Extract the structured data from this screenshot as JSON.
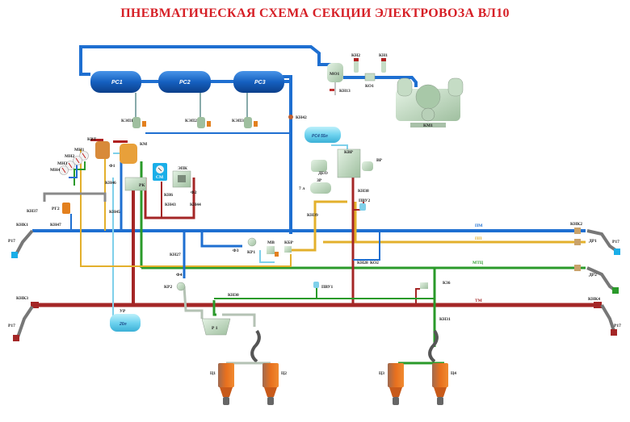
{
  "title": "ПНЕВМАТИЧЕСКАЯ СХЕМА СЕКЦИИ  ЭЛЕКТРОВОЗА ВЛ10",
  "colors": {
    "title": "#d61f26",
    "pressure_line": "#1e6fd1",
    "brake_line": "#a42626",
    "control_line": "#2a9a2a",
    "feed_line": "#e3b02c",
    "equalizing_line": "#7fd0ea",
    "gray_line": "#b4c2b4",
    "reservoir": "#1560c0",
    "cylinder": "#e06a1e",
    "equipment": "#c5dcc5"
  },
  "reservoirs": {
    "rs1": "РС1",
    "rs2": "РС2",
    "rs3": "РС3",
    "rs4": "РС4  55л",
    "ur": "УР",
    "ur_volume": "20л"
  },
  "labels": {
    "kn1": "КН1",
    "kn2": "КН2",
    "ko1": "КО1",
    "mo1": "МО1",
    "kn13": "КН13",
    "km1": "КМ1",
    "ksh1": "КЭП1",
    "ksh2": "КЭП2",
    "ksh3": "КЭП3",
    "kn42": "КН42",
    "kvt": "КВТ",
    "km": "КМ",
    "mn1": "МН1",
    "mn2": "МН2",
    "mn3": "МН3",
    "mn4": "МН4",
    "f1": "Ф1",
    "f2": "Ф2",
    "f3": "Ф3",
    "f4": "Ф4",
    "kn46": "КН46",
    "kn45": "КН45",
    "rk": "РК",
    "sm": "СМ",
    "epk": "ЭПК",
    "kn6": "КН6",
    "kn43": "КН43",
    "kn44": "КН44",
    "kn37": "КН37",
    "kn47": "КН47",
    "rg": "РГ2",
    "knk1": "КНК1",
    "knk2": "КНК2",
    "knk3": "КНК3",
    "knk4": "КНК4",
    "r17": "Р17",
    "kvf": "КВР",
    "vr": "ВР",
    "deo": "ДЕО",
    "zr": "ЗР",
    "zr_vol": "7 л",
    "kn38": "КН38",
    "kn39": "КН39",
    "pvu2": "ПВУ2",
    "pvu1": "ПВУ1",
    "kn27": "КН27",
    "kr1": "КР1",
    "kr2": "КР2",
    "mv": "МВ",
    "kbr": "КБР",
    "kn28": "КН28",
    "ko2": "КО2",
    "kn30": "КН30",
    "kn31": "КН31",
    "k36": "К36",
    "r1": "Р 1",
    "dr1": "ДР1",
    "dr2": "ДР2",
    "c1": "Ц1",
    "c2": "Ц2",
    "c3": "Ц3",
    "c4": "Ц4"
  },
  "lines": {
    "pm": "ПМ",
    "pp": "ПП",
    "mtsh": "МТЦ",
    "tm": "ТМ"
  }
}
